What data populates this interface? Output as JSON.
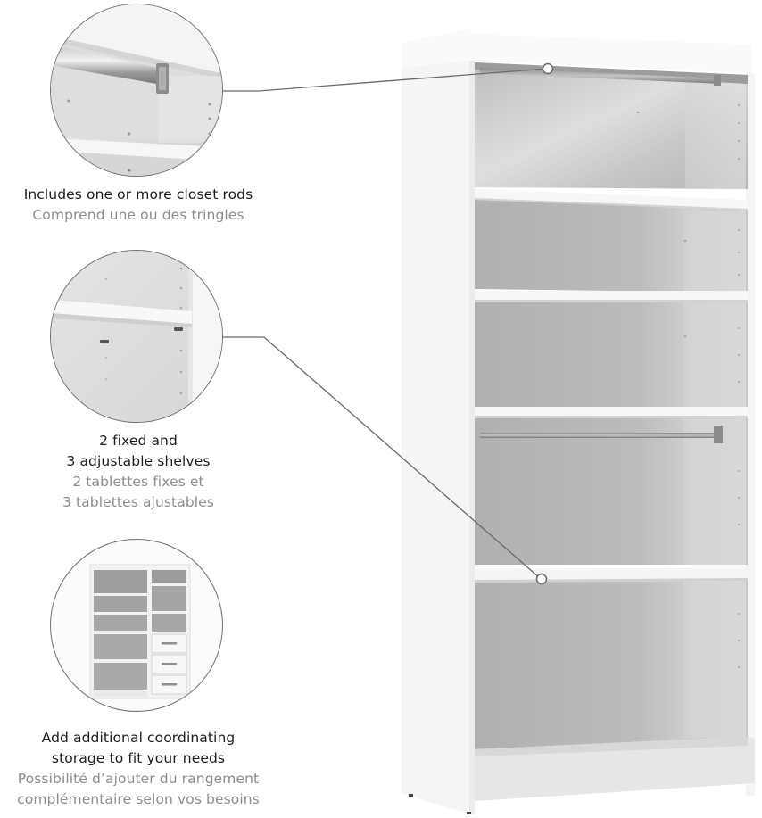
{
  "features": [
    {
      "id": "closet-rods",
      "title_en": "Includes one or more closet rods",
      "title_fr": "Comprend une ou des tringles",
      "image": "closet-rod-closeup"
    },
    {
      "id": "shelves",
      "title_en_line1": "2 fixed and",
      "title_en_line2": "3 adjustable shelves",
      "title_fr_line1": "2 tablettes fixes et",
      "title_fr_line2": "3 tablettes ajustables",
      "image": "shelf-pins-closeup"
    },
    {
      "id": "storage",
      "title_en_line1": "Add additional coordinating",
      "title_en_line2": "storage to fit your needs",
      "title_fr_line1": "Possibilité d’ajouter du rangement",
      "title_fr_line2": "complémentaire selon vos besoins",
      "image": "closet-system-with-drawers"
    }
  ],
  "product": {
    "name": "white-bookcase-closet-organizer",
    "color": "#ffffff",
    "compartments": 5,
    "closet_rods": 2
  },
  "colors": {
    "leader_line": "#6a6a6a",
    "caption_en": "#1c1c1c",
    "caption_fr": "#8d8d8d",
    "circle_border": "#6e6e6e"
  }
}
